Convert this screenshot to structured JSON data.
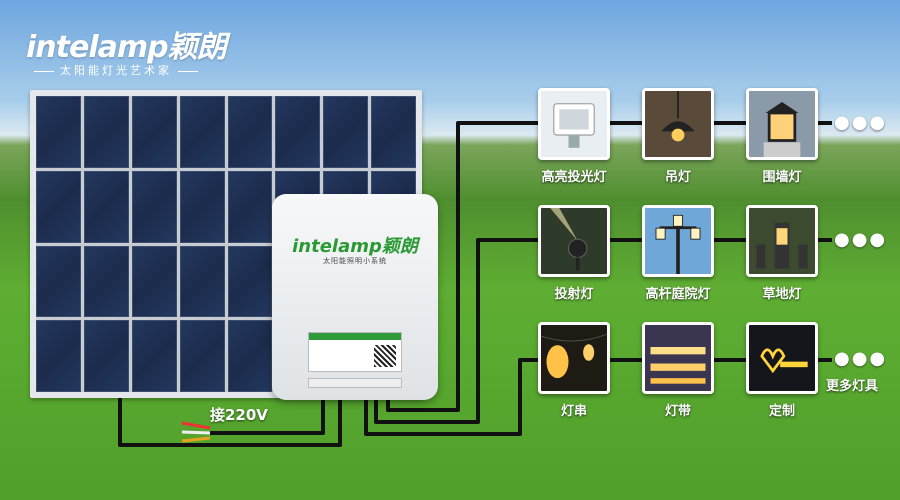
{
  "brand": {
    "logo": "intelamp颖朗",
    "tagline": "太阳能灯光艺术家"
  },
  "controller": {
    "brand": "intelamp颖朗",
    "subtitle": "太阳能照明小系统"
  },
  "wire_label": "接220V",
  "products": [
    {
      "label": "高亮投光灯",
      "icon": "floodlight-icon"
    },
    {
      "label": "吊灯",
      "icon": "pendant-lamp-icon"
    },
    {
      "label": "围墙灯",
      "icon": "wall-lamp-icon"
    },
    {
      "label": "投射灯",
      "icon": "spotlight-icon"
    },
    {
      "label": "高杆庭院灯",
      "icon": "garden-pole-lamp-icon"
    },
    {
      "label": "草地灯",
      "icon": "lawn-lamp-icon"
    },
    {
      "label": "灯串",
      "icon": "string-lights-icon"
    },
    {
      "label": "灯带",
      "icon": "light-strip-icon"
    },
    {
      "label": "定制",
      "icon": "custom-sign-icon"
    }
  ],
  "more_label": "更多灯具",
  "ellipsis": "●●●"
}
